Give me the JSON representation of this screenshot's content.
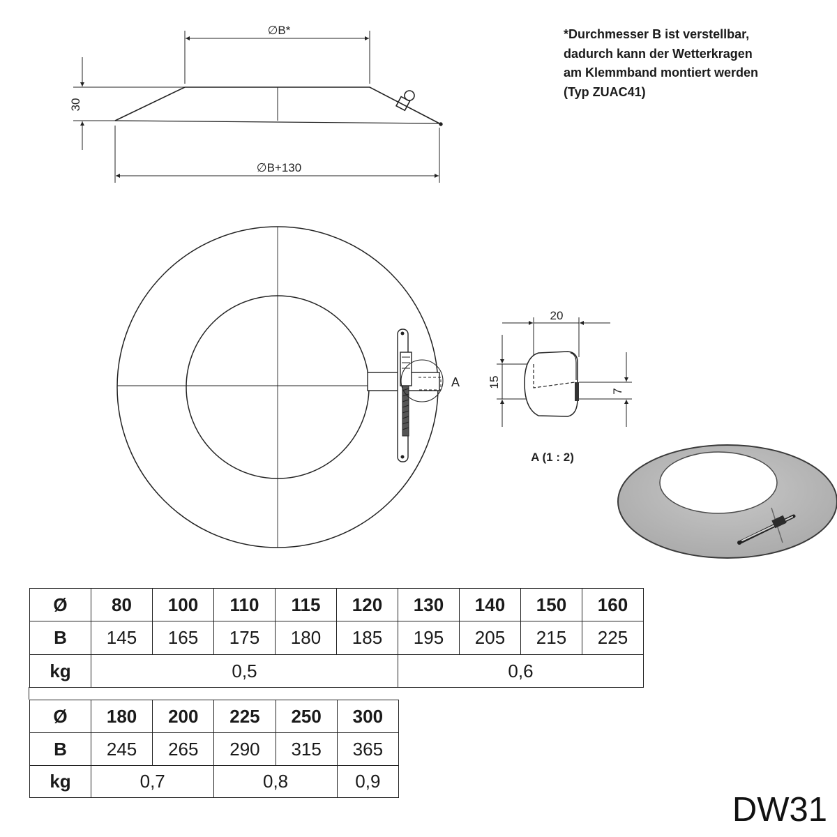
{
  "note": {
    "lines": [
      "*Durchmesser B ist verstellbar,",
      "dadurch kann der Wetterkragen",
      "am Klemmband montiert werden",
      "(Typ ZUAC41)"
    ]
  },
  "side_view": {
    "dim_b": "∅B*",
    "dim_height": "30",
    "dim_outer": "∅B+130"
  },
  "top_view": {
    "detail_label": "A"
  },
  "detail": {
    "dim_width": "20",
    "dim_height": "15",
    "dim_offset": "7",
    "title": "A (1 : 2)"
  },
  "table1": {
    "rows": [
      {
        "label": "Ø",
        "values": [
          "80",
          "100",
          "110",
          "115",
          "120",
          "130",
          "140",
          "150",
          "160"
        ]
      },
      {
        "label": "B",
        "values": [
          "145",
          "165",
          "175",
          "180",
          "185",
          "195",
          "205",
          "215",
          "225"
        ]
      },
      {
        "label": "kg",
        "values": [
          "0,5",
          "0,6"
        ]
      }
    ]
  },
  "table2": {
    "rows": [
      {
        "label": "Ø",
        "values": [
          "180",
          "200",
          "225",
          "250",
          "300"
        ]
      },
      {
        "label": "B",
        "values": [
          "245",
          "265",
          "290",
          "315",
          "365"
        ]
      },
      {
        "label": "kg",
        "values": [
          "0,7",
          "0,8",
          "0,9"
        ]
      }
    ]
  },
  "product_code": "DW31",
  "colors": {
    "line": "#222222",
    "render_fill": "#bcbcbc",
    "background": "#ffffff"
  }
}
